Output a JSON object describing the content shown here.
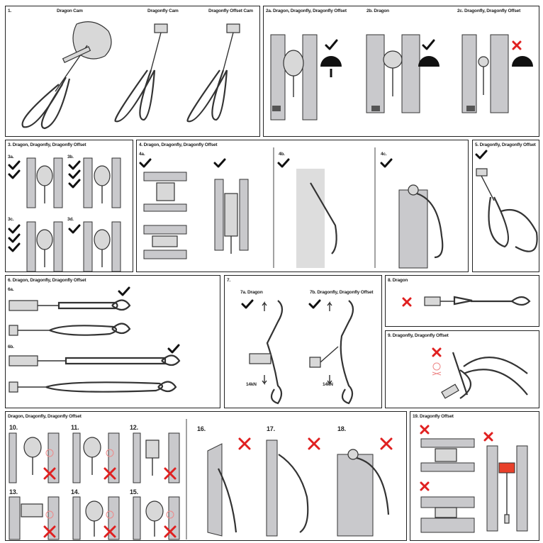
{
  "panel1": {
    "num": "1.",
    "items": [
      "Dragon Cam",
      "Dragonfly Cam",
      "Dragonfly Offset Cam"
    ]
  },
  "panel2": {
    "a": "2a.  Dragon, Dragonfly, Dragonfly Offset",
    "b": "2b.  Dragon",
    "c": "2c.  Dragonfly, Dragonfly Offset"
  },
  "panel3": {
    "title": "3. Dragon, Dragonfly, Dragonfly Offset",
    "a": "3a.",
    "b": "3b.",
    "c": "3c.",
    "d": "3d."
  },
  "panel4": {
    "title": "4. Dragon, Dragonfly, Dragonfly Offset",
    "a": "4a.",
    "b": "4b.",
    "c": "4c."
  },
  "panel5": {
    "title": "5.  Dragonfly, Dragonfly Offset"
  },
  "panel6": {
    "title": "6. Dragon, Dragonfly, Dragonfly Offset",
    "a": "6a.",
    "b": "6b."
  },
  "panel7": {
    "num": "7.",
    "a": "7a. Dragon",
    "b": "7b. Dragonfly, Dragonfly Offset",
    "force_a": "14kN",
    "force_b": "14kN"
  },
  "panel8": {
    "title": "8. Dragon"
  },
  "panel9": {
    "title": "9.  Dragonfly, Dragonfly Offset"
  },
  "panel10": {
    "title": "Dragon, Dragonfly, Dragonfly Offset",
    "steps": [
      "10.",
      "11.",
      "12.",
      "13.",
      "14.",
      "15.",
      "16.",
      "17.",
      "18."
    ]
  },
  "panel19": {
    "title": "19. Dragonfly Offset"
  },
  "colors": {
    "ok": "#111111",
    "bad": "#e02020",
    "rock": "#c9c9cc"
  }
}
